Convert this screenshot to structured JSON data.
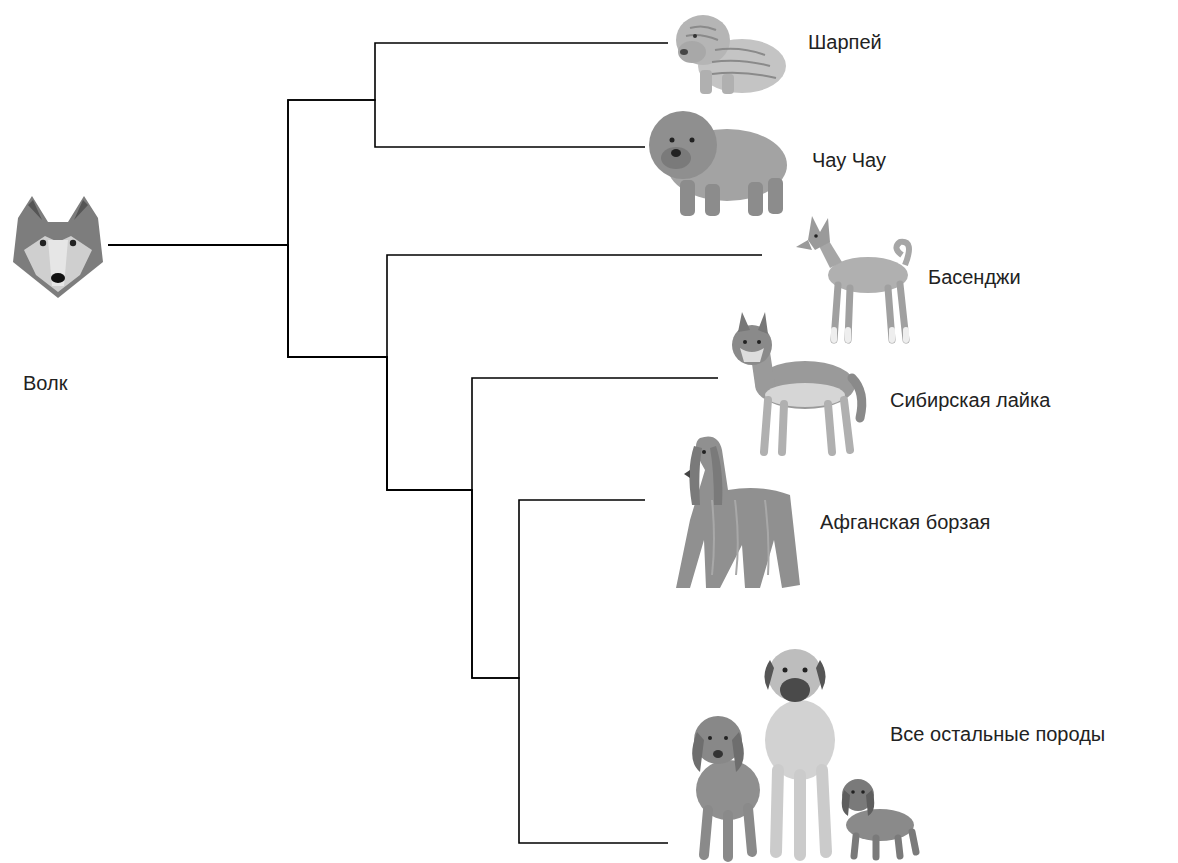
{
  "diagram": {
    "nodes": [
      {
        "text": [
          "Волк"
        ]
      },
      {
        "text": [
          "Шарпей"
        ]
      },
      {
        "text": [
          "Чау Чау"
        ]
      },
      {
        "text": [
          "Басенджи"
        ]
      },
      {
        "text": [
          "Сибирская лайка"
        ]
      },
      {
        "text": [
          "Афганская борзая"
        ]
      },
      {
        "text": [
          "Все остальные породы"
        ]
      }
    ],
    "edges": [
      {
        "from": 0,
        "to": 1,
        "arrow": "none"
      },
      {
        "from": 0,
        "to": 2,
        "arrow": "none"
      },
      {
        "from": 0,
        "to": 3,
        "arrow": "none"
      },
      {
        "from": 0,
        "to": 4,
        "arrow": "none"
      },
      {
        "from": 0,
        "to": 5,
        "arrow": "none"
      },
      {
        "from": 0,
        "to": 6,
        "arrow": "none"
      }
    ]
  }
}
